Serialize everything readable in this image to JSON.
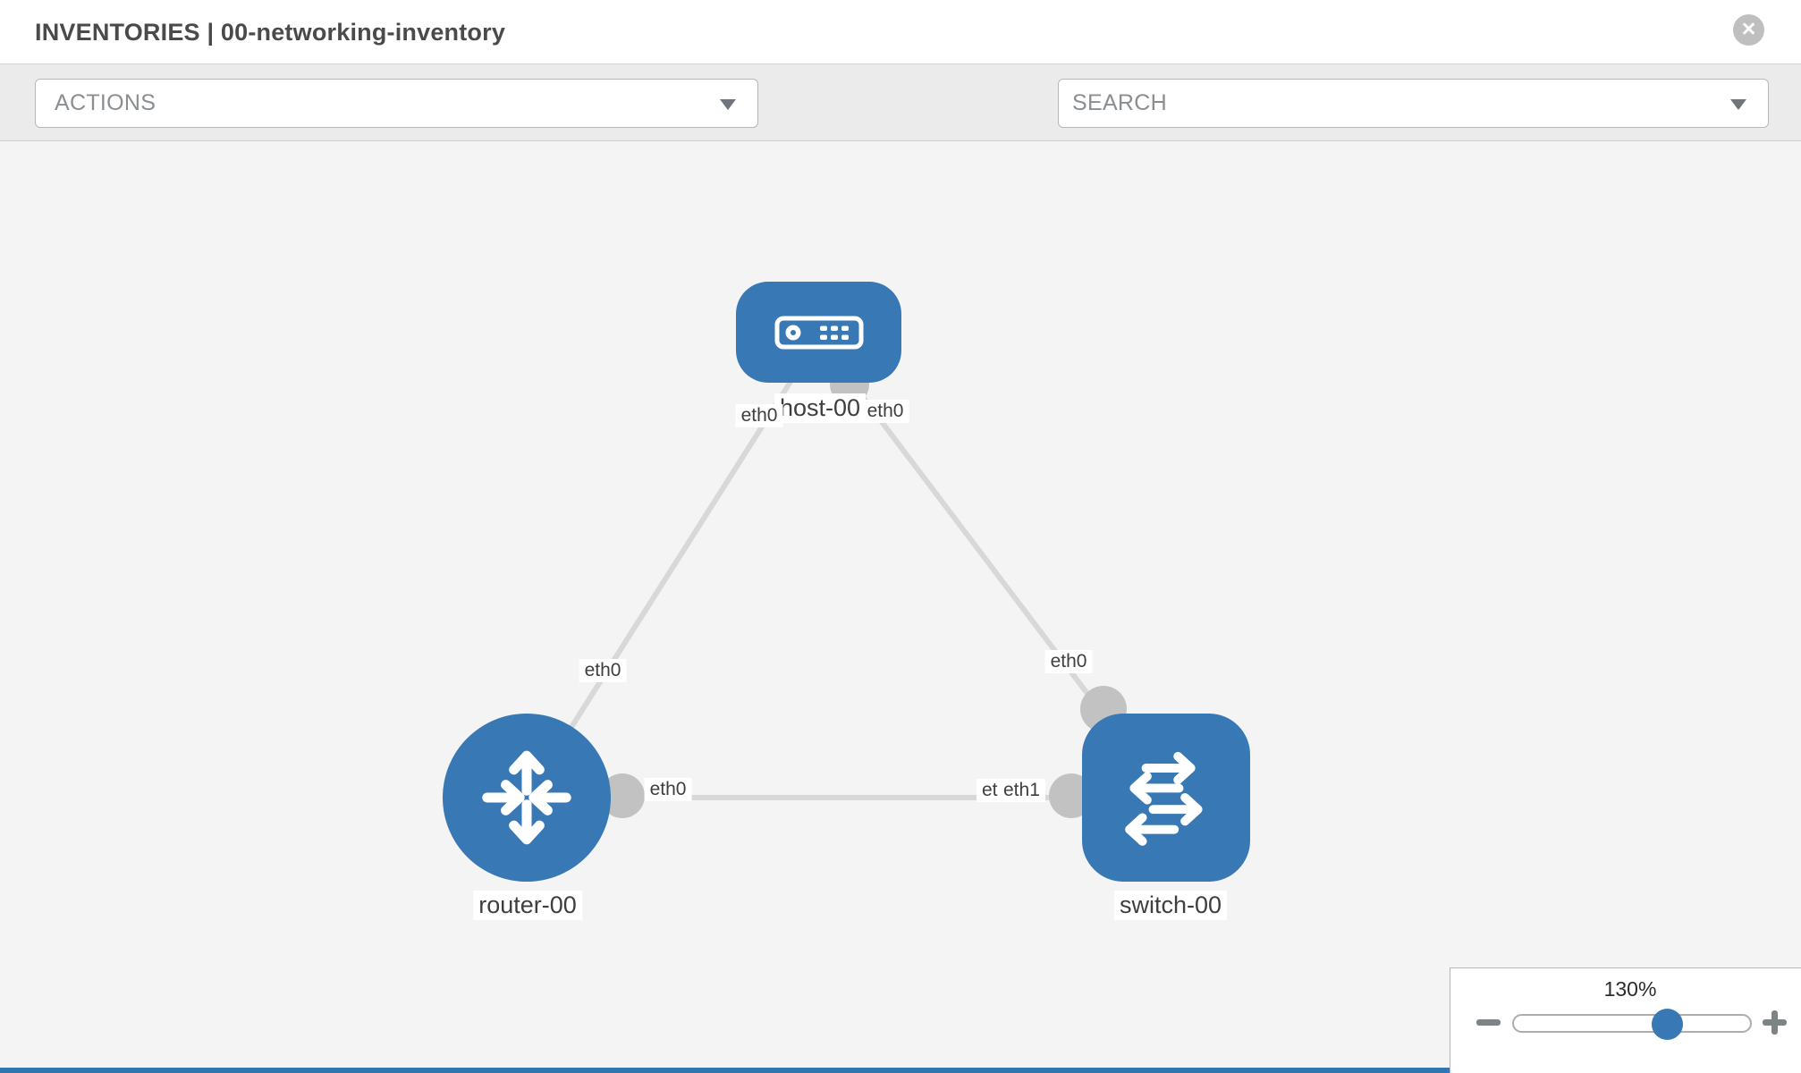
{
  "header": {
    "title": "INVENTORIES | 00-networking-inventory",
    "close_label": "×"
  },
  "toolbar": {
    "actions_dropdown": {
      "label": "ACTIONS"
    },
    "search_dropdown": {
      "placeholder": "SEARCH"
    },
    "icons": [
      "wrench-icon",
      "key-icon"
    ]
  },
  "canvas": {
    "nodes": [
      {
        "id": "host-00",
        "type": "host",
        "label": "host-00"
      },
      {
        "id": "router-00",
        "type": "router",
        "label": "router-00"
      },
      {
        "id": "switch-00",
        "type": "switch",
        "label": "switch-00"
      }
    ],
    "links": [
      {
        "from": "host-00",
        "to": "router-00",
        "from_interface": "eth0",
        "to_interface": "eth0"
      },
      {
        "from": "host-00",
        "to": "switch-00",
        "from_interface": "eth0",
        "to_interface": "eth0"
      },
      {
        "from": "router-00",
        "to": "switch-00",
        "from_interface": "eth0",
        "to_interface": "eth1"
      }
    ],
    "overlapped_interface_label": "eth0"
  },
  "zoom_control": {
    "level": "130%",
    "minus": "−",
    "plus": "+"
  },
  "colors": {
    "node_blue": "#3778b5",
    "link_gray": "#d8d8d8",
    "connector_gray": "#c2c2c2",
    "toolbar_bg": "#ebebeb",
    "canvas_bg": "#f4f4f4",
    "icon_gray": "#858b93",
    "title_text": "#4a4a4a",
    "bottom_bar_blue": "#3276b1"
  }
}
